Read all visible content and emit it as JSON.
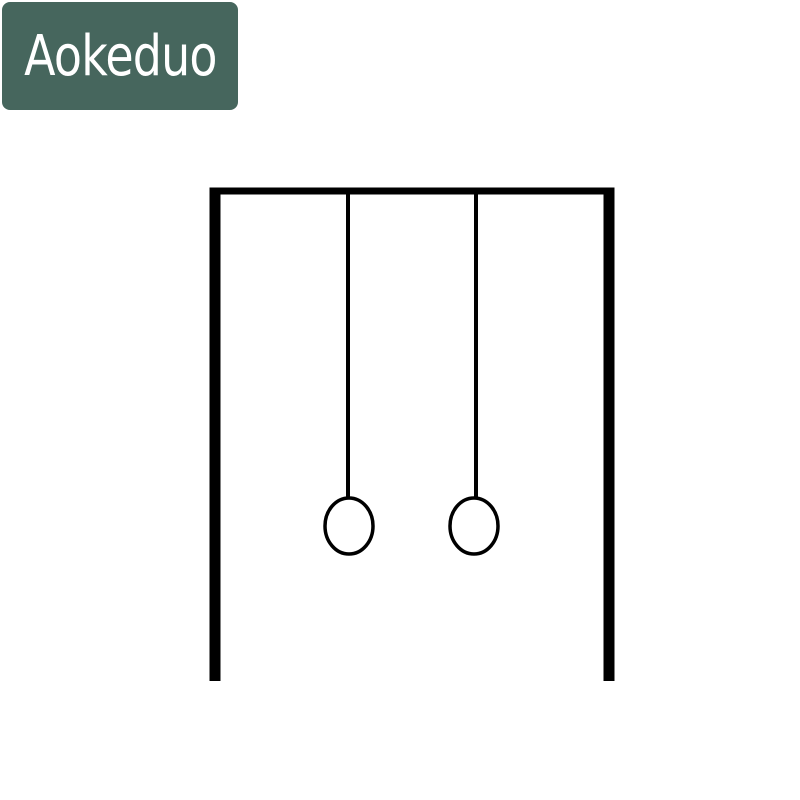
{
  "brand": {
    "name": "Aokeduo",
    "badge_color": "#46665d",
    "text_color": "#ffffff"
  },
  "illustration": {
    "subject": "gymnastic-rings-on-frame",
    "stroke_color": "#000000",
    "ring_count": 2
  }
}
